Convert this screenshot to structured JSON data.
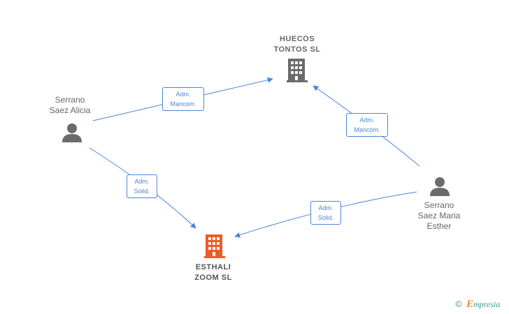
{
  "colors": {
    "edge": "#4a86d8",
    "company": "#6b6b6b",
    "company_highlight": "#f05a28",
    "person": "#6b6b6b"
  },
  "nodes": {
    "huecos": {
      "line1": "HUECOS",
      "line2": "TONTOS SL",
      "icon": "building-icon"
    },
    "esthali": {
      "line1": "ESTHALI",
      "line2": "ZOOM  SL",
      "icon": "building-icon"
    },
    "alicia": {
      "line1": "Serrano",
      "line2": "Saez Alicia",
      "icon": "person-icon"
    },
    "esther": {
      "line1": "Serrano",
      "line2": "Saez Maria",
      "line3": "Esther",
      "icon": "person-icon"
    }
  },
  "edges": {
    "alicia_huecos": {
      "line1": "Adm.",
      "line2": "Mancom."
    },
    "esther_huecos": {
      "line1": "Adm.",
      "line2": "Mancom."
    },
    "alicia_esthali": {
      "line1": "Adm.",
      "line2": "Solid."
    },
    "esther_esthali": {
      "line1": "Adm.",
      "line2": "Solid."
    }
  },
  "brand": {
    "symbol": "©",
    "first": "E",
    "rest": "mpresia"
  }
}
